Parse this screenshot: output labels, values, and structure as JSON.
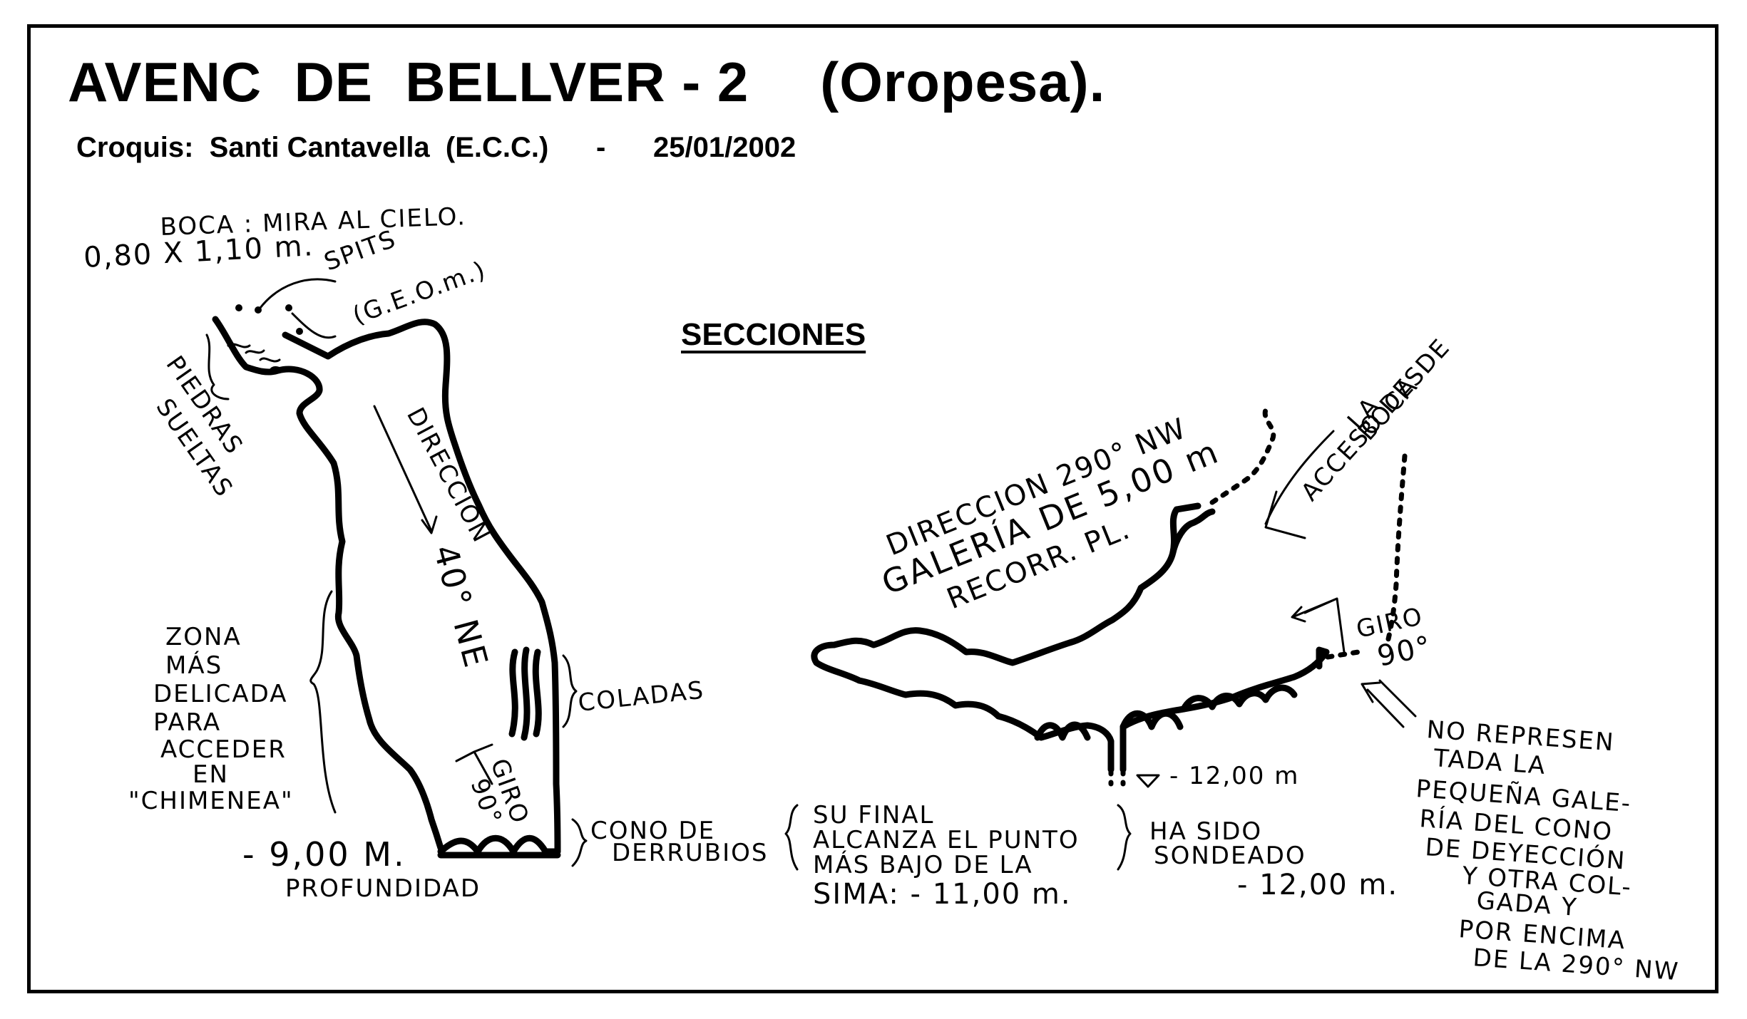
{
  "header": {
    "title": "AVENC  DE  BELLVER - 2",
    "place": "(Oropesa).",
    "credits_label": "Croquis:",
    "author": "Santi Cantavella  (E.C.C.)",
    "separator": "-",
    "date": "25/01/2002"
  },
  "sections_heading": "SECCIONES",
  "left_section": {
    "boca_line1": "BOCA : MIRA AL CIELO.",
    "boca_line2": "0,80 X 1,10 m.",
    "spits_line1": "SPITS",
    "spits_line2": "(G.E.O.m.)",
    "piedras_line1": "PIEDRAS",
    "piedras_line2": "SUELTAS",
    "direccion": "DIRECCIÓN",
    "direccion_value": "40° NE",
    "coladas": "COLADAS",
    "giro": "GIRO",
    "giro_value": "90°",
    "zona_lines": [
      "ZONA",
      "MÁS",
      "DELICADA",
      "PARA",
      "ACCEDER",
      "EN",
      "\"CHIMENEA\""
    ],
    "depth": "- 9,00 M.",
    "profundidad": "PROFUNDIDAD",
    "cono_line1": "CONO DE",
    "cono_line2": "DERRUBIOS"
  },
  "middle_notes": {
    "final_lines": [
      "SU FINAL",
      "ALCANZA EL PUNTO",
      "MÁS BAJO DE LA",
      "SIMA: - 11,00 m."
    ],
    "sondeado_line1": "HA SIDO",
    "sondeado_line2": "SONDEADO",
    "sondeado_depth": "- 12,00 m."
  },
  "right_section": {
    "dir_line1": "DIRECCION 290° NW",
    "dir_line2": "GALERÍA DE 5,00 m",
    "dir_line3": "RECORR. PL.",
    "acceso_line1": "ACCESO DESDE",
    "acceso_line2": "LA",
    "acceso_line3": "BOCA",
    "giro": "GIRO",
    "giro_value": "90°",
    "depth_mark": "- 12,00 m",
    "note_lines": [
      "NO REPRESEN",
      "TADA LA",
      "PEQUEÑA GALE-",
      "RÍA DEL CONO",
      "DE DEYECCIÓN",
      "Y OTRA COL-",
      "GADA Y",
      "POR ENCIMA",
      "DE LA 290° NW"
    ]
  }
}
